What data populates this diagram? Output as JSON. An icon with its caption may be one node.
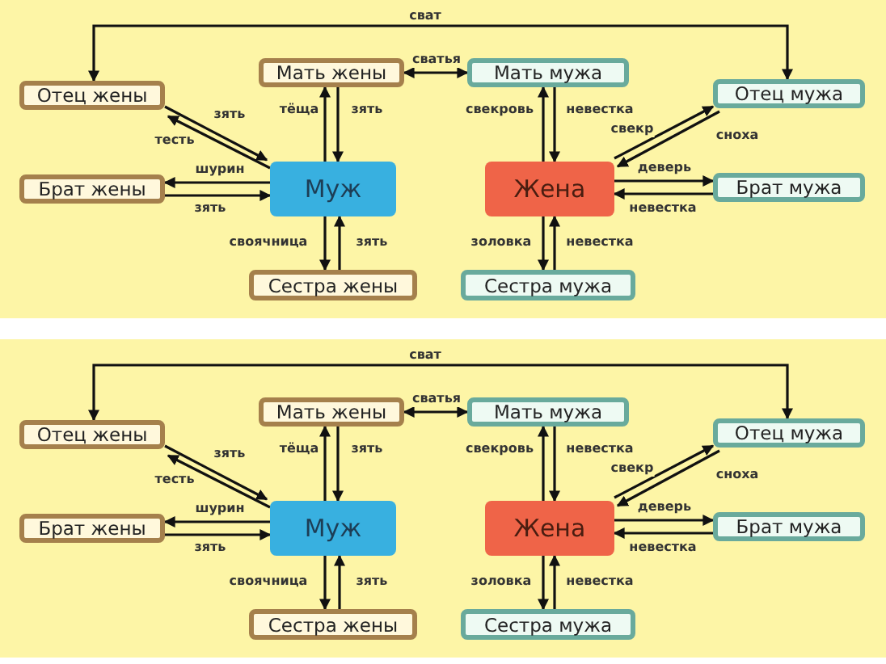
{
  "diagram": {
    "nodes": [
      {
        "text": [
          "Отец жены"
        ]
      },
      {
        "text": [
          "Мать жены"
        ]
      },
      {
        "text": [
          "Мать мужа"
        ]
      },
      {
        "text": [
          "Отец мужа"
        ]
      },
      {
        "text": [
          "Брат жены"
        ]
      },
      {
        "text": [
          "Муж"
        ]
      },
      {
        "text": [
          "Жена"
        ]
      },
      {
        "text": [
          "Брат мужа"
        ]
      },
      {
        "text": [
          "Сестра жены"
        ]
      },
      {
        "text": [
          "Сестра мужа"
        ]
      },
      {
        "text": [
          "Отец жены"
        ]
      },
      {
        "text": [
          "Мать жены"
        ]
      },
      {
        "text": [
          "Мать мужа"
        ]
      },
      {
        "text": [
          "Отец мужа"
        ]
      },
      {
        "text": [
          "Брат жены"
        ]
      },
      {
        "text": [
          "Муж"
        ]
      },
      {
        "text": [
          "Жена"
        ]
      },
      {
        "text": [
          "Брат мужа"
        ]
      },
      {
        "text": [
          "Сестра жены"
        ]
      },
      {
        "text": [
          "Сестра мужа"
        ]
      }
    ],
    "edges": [
      {
        "from": 0,
        "to": 3,
        "arrow": "both",
        "label": "сват"
      },
      {
        "from": 1,
        "to": 2,
        "arrow": "both",
        "label": "сватья"
      },
      {
        "from": 0,
        "to": 5,
        "arrow": "to",
        "label": "зять"
      },
      {
        "from": 5,
        "to": 0,
        "arrow": "to",
        "label": "тесть"
      },
      {
        "from": 5,
        "to": 1,
        "arrow": "to",
        "label": "тёща"
      },
      {
        "from": 1,
        "to": 5,
        "arrow": "to",
        "label": "зять"
      },
      {
        "from": 5,
        "to": 4,
        "arrow": "to",
        "label": "шурин"
      },
      {
        "from": 4,
        "to": 5,
        "arrow": "to",
        "label": "зять"
      },
      {
        "from": 5,
        "to": 8,
        "arrow": "to",
        "label": "своячница"
      },
      {
        "from": 8,
        "to": 5,
        "arrow": "to",
        "label": "зять"
      },
      {
        "from": 6,
        "to": 2,
        "arrow": "to",
        "label": "свекровь"
      },
      {
        "from": 2,
        "to": 6,
        "arrow": "to",
        "label": "невестка"
      },
      {
        "from": 6,
        "to": 3,
        "arrow": "to",
        "label": "свекр"
      },
      {
        "from": 3,
        "to": 6,
        "arrow": "to",
        "label": "сноха"
      },
      {
        "from": 6,
        "to": 7,
        "arrow": "to",
        "label": "деверь"
      },
      {
        "from": 7,
        "to": 6,
        "arrow": "to",
        "label": "невестка"
      },
      {
        "from": 6,
        "to": 9,
        "arrow": "to",
        "label": "золовка"
      },
      {
        "from": 9,
        "to": 6,
        "arrow": "to",
        "label": "невестка"
      },
      {
        "from": 10,
        "to": 13,
        "arrow": "both",
        "label": "сват"
      },
      {
        "from": 11,
        "to": 12,
        "arrow": "both",
        "label": "сватья"
      },
      {
        "from": 10,
        "to": 15,
        "arrow": "to",
        "label": "зять"
      },
      {
        "from": 15,
        "to": 10,
        "arrow": "to",
        "label": "тесть"
      },
      {
        "from": 15,
        "to": 11,
        "arrow": "to",
        "label": "тёща"
      },
      {
        "from": 11,
        "to": 15,
        "arrow": "to",
        "label": "зять"
      },
      {
        "from": 15,
        "to": 14,
        "arrow": "to",
        "label": "шурин"
      },
      {
        "from": 14,
        "to": 15,
        "arrow": "to",
        "label": "зять"
      },
      {
        "from": 15,
        "to": 18,
        "arrow": "to",
        "label": "своячница"
      },
      {
        "from": 18,
        "to": 15,
        "arrow": "to",
        "label": "зять"
      },
      {
        "from": 16,
        "to": 12,
        "arrow": "to",
        "label": "свекровь"
      },
      {
        "from": 12,
        "to": 16,
        "arrow": "to",
        "label": "невестка"
      },
      {
        "from": 16,
        "to": 13,
        "arrow": "to",
        "label": "свекр"
      },
      {
        "from": 13,
        "to": 16,
        "arrow": "to",
        "label": "сноха"
      },
      {
        "from": 16,
        "to": 17,
        "arrow": "to",
        "label": "деверь"
      },
      {
        "from": 17,
        "to": 16,
        "arrow": "to",
        "label": "невестка"
      },
      {
        "from": 16,
        "to": 19,
        "arrow": "to",
        "label": "золовка"
      },
      {
        "from": 19,
        "to": 16,
        "arrow": "to",
        "label": "невестка"
      }
    ]
  }
}
